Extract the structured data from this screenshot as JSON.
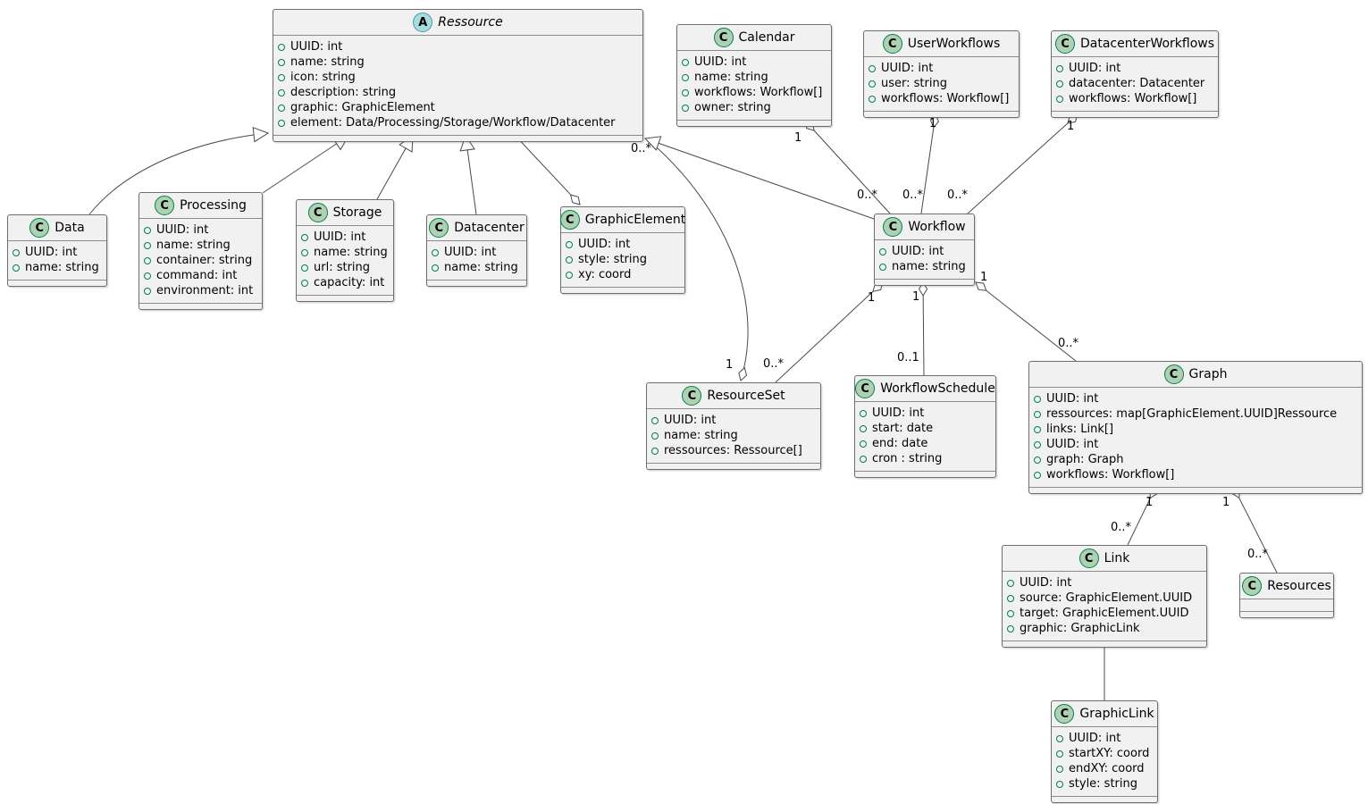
{
  "diagram": {
    "kind": "uml-class-diagram",
    "colors": {
      "background": "#FFFFFF",
      "box_fill": "#F1F1F1",
      "box_border": "#6E6E6E",
      "class_icon_fill": "#ADD1B2",
      "class_icon_border": "#038048",
      "abstract_icon_fill": "#A9DCDF",
      "abstract_icon_border": "#4A9AA8",
      "visibility_icon": "#038048",
      "edge": "#4B4B4B"
    },
    "classes": [
      {
        "id": "ressource",
        "name": "Ressource",
        "kind": "abstract",
        "icon_letter": "A",
        "attributes": [
          "UUID: int",
          "name: string",
          "icon: string",
          "description: string",
          "graphic: GraphicElement",
          "element: Data/Processing/Storage/Workflow/Datacenter"
        ]
      },
      {
        "id": "calendar",
        "name": "Calendar",
        "kind": "class",
        "icon_letter": "C",
        "attributes": [
          "UUID: int",
          "name: string",
          "workflows: Workflow[]",
          "owner: string"
        ]
      },
      {
        "id": "userworkflows",
        "name": "UserWorkflows",
        "kind": "class",
        "icon_letter": "C",
        "attributes": [
          "UUID: int",
          "user: string",
          "workflows: Workflow[]"
        ]
      },
      {
        "id": "datacenterworkflows",
        "name": "DatacenterWorkflows",
        "kind": "class",
        "icon_letter": "C",
        "attributes": [
          "UUID: int",
          "datacenter: Datacenter",
          "workflows: Workflow[]"
        ]
      },
      {
        "id": "data",
        "name": "Data",
        "kind": "class",
        "icon_letter": "C",
        "attributes": [
          "UUID: int",
          "name: string"
        ]
      },
      {
        "id": "processing",
        "name": "Processing",
        "kind": "class",
        "icon_letter": "C",
        "attributes": [
          "UUID: int",
          "name: string",
          "container: string",
          "command: int",
          "environment: int"
        ]
      },
      {
        "id": "storage",
        "name": "Storage",
        "kind": "class",
        "icon_letter": "C",
        "attributes": [
          "UUID: int",
          "name: string",
          "url: string",
          "capacity: int"
        ]
      },
      {
        "id": "datacenter",
        "name": "Datacenter",
        "kind": "class",
        "icon_letter": "C",
        "attributes": [
          "UUID: int",
          "name: string"
        ]
      },
      {
        "id": "graphicelement",
        "name": "GraphicElement",
        "kind": "class",
        "icon_letter": "C",
        "attributes": [
          "UUID: int",
          "style: string",
          "xy: coord"
        ]
      },
      {
        "id": "workflow",
        "name": "Workflow",
        "kind": "class",
        "icon_letter": "C",
        "attributes": [
          "UUID: int",
          "name: string"
        ]
      },
      {
        "id": "resourceset",
        "name": "ResourceSet",
        "kind": "class",
        "icon_letter": "C",
        "attributes": [
          "UUID: int",
          "name: string",
          "ressources: Ressource[]"
        ]
      },
      {
        "id": "workflowschedule",
        "name": "WorkflowSchedule",
        "kind": "class",
        "icon_letter": "C",
        "attributes": [
          "UUID: int",
          "start: date",
          "end: date",
          "cron : string"
        ]
      },
      {
        "id": "graph",
        "name": "Graph",
        "kind": "class",
        "icon_letter": "C",
        "attributes": [
          "UUID: int",
          "ressources: map[GraphicElement.UUID]Ressource",
          "links: Link[]",
          "UUID: int",
          "graph: Graph",
          "workflows: Workflow[]"
        ]
      },
      {
        "id": "link",
        "name": "Link",
        "kind": "class",
        "icon_letter": "C",
        "attributes": [
          "UUID: int",
          "source: GraphicElement.UUID",
          "target: GraphicElement.UUID",
          "graphic: GraphicLink"
        ]
      },
      {
        "id": "resources",
        "name": "Resources",
        "kind": "class",
        "icon_letter": "C",
        "attributes": []
      },
      {
        "id": "graphiclink",
        "name": "GraphicLink",
        "kind": "class",
        "icon_letter": "C",
        "attributes": [
          "UUID: int",
          "startXY: coord",
          "endXY: coord",
          "style: string"
        ]
      }
    ],
    "relations": [
      {
        "from": "Data",
        "to": "Ressource",
        "type": "generalization"
      },
      {
        "from": "Processing",
        "to": "Ressource",
        "type": "generalization"
      },
      {
        "from": "Storage",
        "to": "Ressource",
        "type": "generalization"
      },
      {
        "from": "Datacenter",
        "to": "Ressource",
        "type": "generalization"
      },
      {
        "from": "Ressource",
        "to": "GraphicElement",
        "type": "aggregation"
      },
      {
        "from": "Workflow",
        "to": "Ressource",
        "type": "generalization"
      },
      {
        "from": "Ressource",
        "to": "ResourceSet",
        "type": "aggregation",
        "from_label": "0..*",
        "to_label": "1"
      },
      {
        "from": "Calendar",
        "to": "Workflow",
        "type": "aggregation",
        "from_label": "1",
        "to_label": "0..*"
      },
      {
        "from": "UserWorkflows",
        "to": "Workflow",
        "type": "aggregation",
        "from_label": "1",
        "to_label": "0..*"
      },
      {
        "from": "DatacenterWorkflows",
        "to": "Workflow",
        "type": "aggregation",
        "from_label": "1",
        "to_label": "0..*"
      },
      {
        "from": "Workflow",
        "to": "ResourceSet",
        "type": "aggregation",
        "from_label": "1",
        "to_label": "0..*"
      },
      {
        "from": "Workflow",
        "to": "WorkflowSchedule",
        "type": "aggregation",
        "from_label": "1",
        "to_label": "0..1"
      },
      {
        "from": "Workflow",
        "to": "Graph",
        "type": "aggregation",
        "from_label": "1",
        "to_label": "0..*"
      },
      {
        "from": "Graph",
        "to": "Link",
        "type": "aggregation",
        "from_label": "1",
        "to_label": "0..*"
      },
      {
        "from": "Graph",
        "to": "Resources",
        "type": "aggregation",
        "from_label": "1",
        "to_label": "0..*"
      },
      {
        "from": "Link",
        "to": "GraphicLink",
        "type": "association"
      }
    ]
  }
}
